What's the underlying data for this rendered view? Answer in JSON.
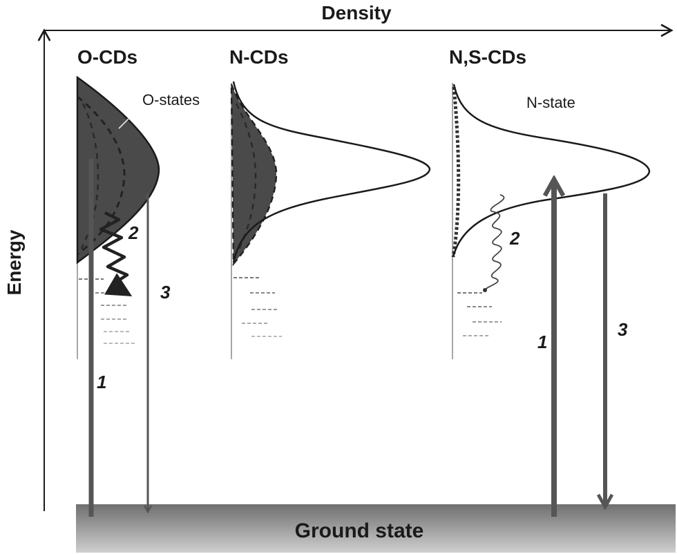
{
  "axes": {
    "x_label": "Density",
    "y_label": "Energy"
  },
  "panels": [
    {
      "title": "O-CDs",
      "state_label": "O-states"
    },
    {
      "title": "N-CDs"
    },
    {
      "title": "N,S-CDs",
      "state_label": "N-state"
    }
  ],
  "process_numbers": {
    "ocd_excitation": "1",
    "ocd_relaxation": "2",
    "ocd_emission": "3",
    "nscd_relaxation": "2",
    "nscd_excitation": "1",
    "nscd_emission": "3"
  },
  "ground_state": {
    "label": "Ground state"
  },
  "colors": {
    "ink": "#1a1a1a",
    "dark_fill": "#4a4a4a",
    "arrow_gray": "#555555",
    "ground_top": "#6f6f6f",
    "ground_bottom": "#c9c9c9"
  }
}
